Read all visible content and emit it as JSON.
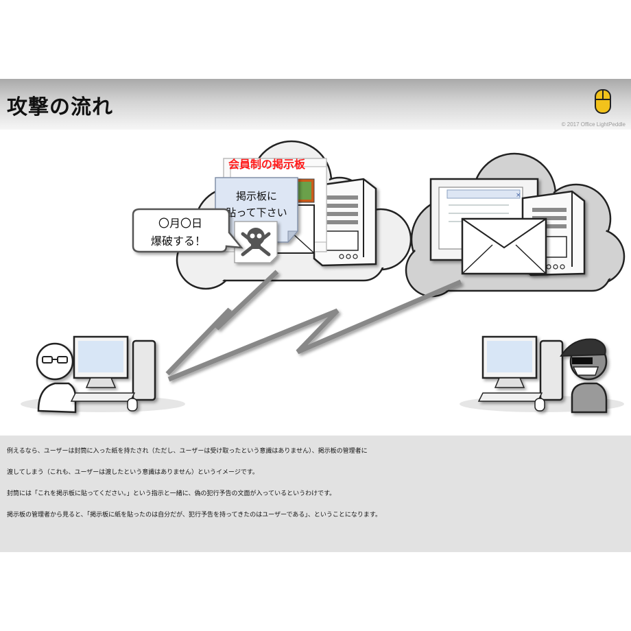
{
  "slide": {
    "title": "攻撃の流れ",
    "copyright": "© 2017 Office LightPeddle"
  },
  "diagram": {
    "board_title": "会員制の掲示板",
    "note_line1": "掲示板に",
    "note_line2": "貼って下さい",
    "bubble_line1": "〇月〇日",
    "bubble_line2": "爆破する！"
  },
  "caption": {
    "lines": [
      "例えるなら、ユーザーは封筒に入った紙を持たされ（ただし、ユーザーは受け取ったという意識はありません）、掲示板の管理者に",
      "渡してしまう（これも、ユーザーは渡したという意識はありません）というイメージです。",
      "封筒には「これを掲示板に貼ってください。」という指示と一緒に、偽の犯行予告の文面が入っているというわけです。",
      "掲示板の管理者から見ると、「掲示板に紙を貼ったのは自分だが、犯行予告を持ってきたのはユーザーである」、ということになります。"
    ]
  },
  "colors": {
    "accent_red": "#ff1a1a",
    "logo_yellow": "#f2c21b",
    "caption_bg": "#e2e2e2",
    "cloud_left": "#f0f0f0",
    "cloud_right": "#d2d2d2"
  },
  "icons": [
    "mouse-logo-icon",
    "skull-icon",
    "envelope-icon",
    "server-icon",
    "computer-icon",
    "user-icon",
    "attacker-icon"
  ]
}
